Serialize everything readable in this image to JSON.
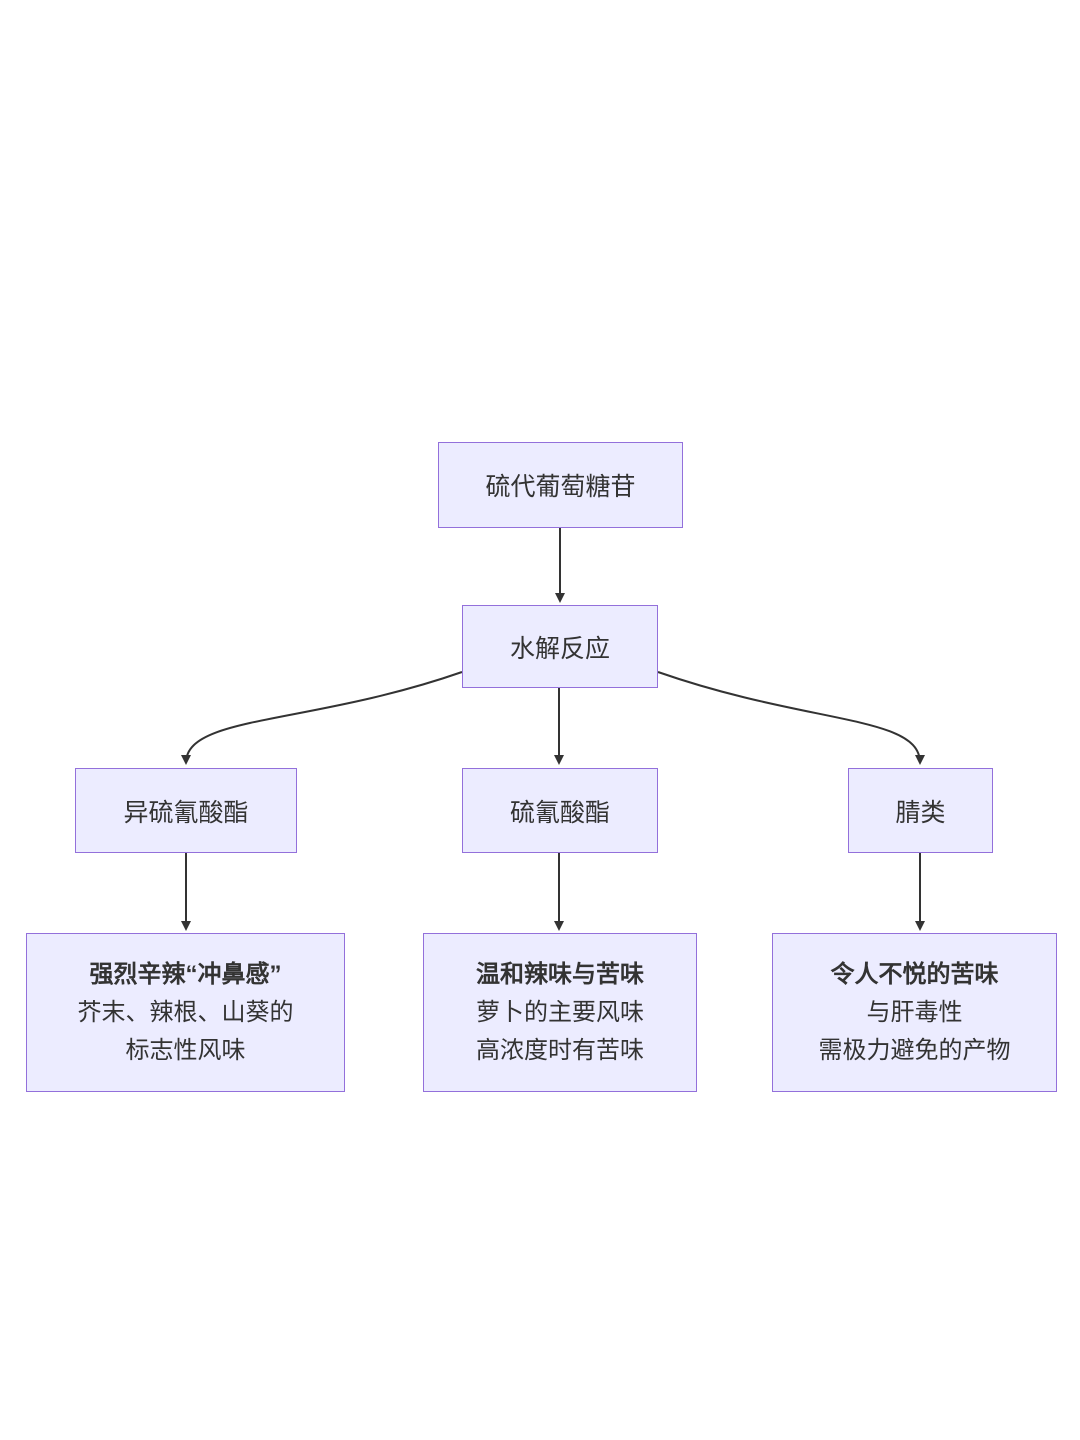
{
  "diagram": {
    "type": "flowchart",
    "background_color": "#ffffff",
    "node_fill_color": "#ECECFF",
    "node_border_color": "#9370DB",
    "edge_color": "#333333",
    "text_color": "#333333",
    "nodes": {
      "glucosinolate": {
        "label": "硫代葡萄糖苷"
      },
      "hydrolysis": {
        "label": "水解反应"
      },
      "isothiocyanate": {
        "label": "异硫氰酸酯"
      },
      "thiocyanate": {
        "label": "硫氰酸酯"
      },
      "nitriles": {
        "label": "腈类"
      },
      "isothiocyanate_desc": {
        "line1": "强烈辛辣“冲鼻感”",
        "line2": "芥末、辣根、山葵的",
        "line3": "标志性风味"
      },
      "thiocyanate_desc": {
        "line1": "温和辣味与苦味",
        "line2": "萝卜的主要风味",
        "line3": "高浓度时有苦味"
      },
      "nitriles_desc": {
        "line1": "令人不悦的苦味",
        "line2": "与肝毒性",
        "line3": "需极力避免的产物"
      }
    },
    "edges": [
      {
        "from": "glucosinolate",
        "to": "hydrolysis"
      },
      {
        "from": "hydrolysis",
        "to": "isothiocyanate"
      },
      {
        "from": "hydrolysis",
        "to": "thiocyanate"
      },
      {
        "from": "hydrolysis",
        "to": "nitriles"
      },
      {
        "from": "isothiocyanate",
        "to": "isothiocyanate_desc"
      },
      {
        "from": "thiocyanate",
        "to": "thiocyanate_desc"
      },
      {
        "from": "nitriles",
        "to": "nitriles_desc"
      }
    ]
  }
}
